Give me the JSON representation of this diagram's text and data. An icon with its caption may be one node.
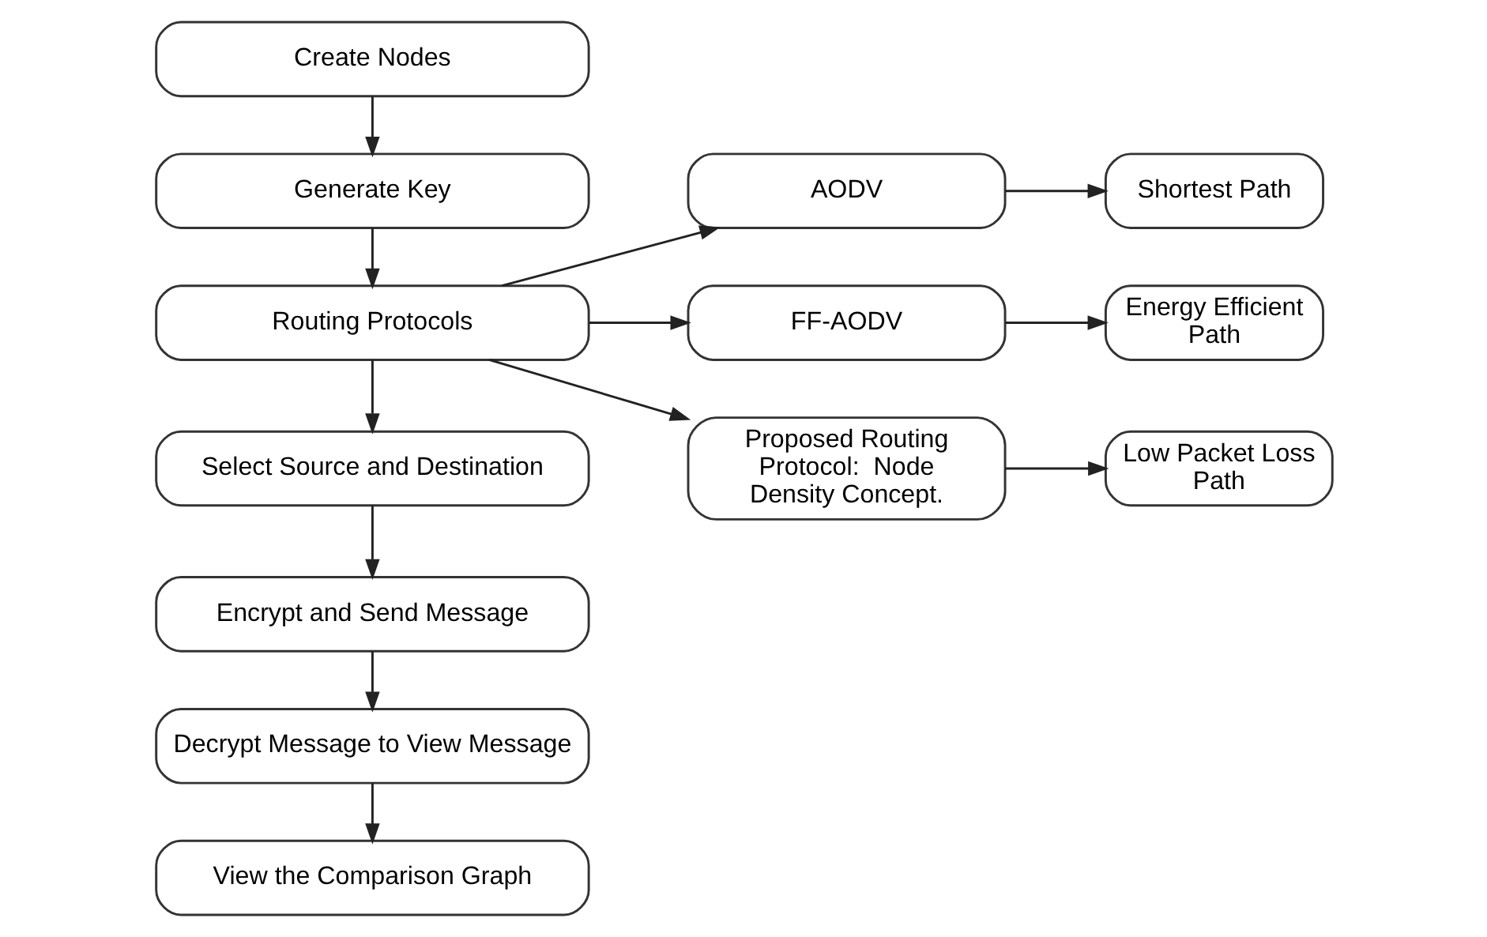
{
  "diagram": {
    "nodes": [
      {
        "text": [
          "Create Nodes"
        ]
      },
      {
        "text": [
          "Generate Key"
        ]
      },
      {
        "text": [
          "Routing Protocols"
        ]
      },
      {
        "text": [
          "Select Source and Destination"
        ]
      },
      {
        "text": [
          "Encrypt and Send Message"
        ]
      },
      {
        "text": [
          "Decrypt Message to View Message"
        ]
      },
      {
        "text": [
          "View the Comparison Graph"
        ]
      },
      {
        "text": [
          "AODV"
        ]
      },
      {
        "text": [
          "FF-AODV"
        ]
      },
      {
        "text": [
          "Proposed Routing Protocol:  Node Density Concept."
        ]
      },
      {
        "text": [
          "Shortest Path"
        ]
      },
      {
        "text": [
          "Energy Efficient Path"
        ]
      },
      {
        "text": [
          "Low Packet Loss Path"
        ]
      }
    ],
    "edges": [
      {
        "from": 0,
        "to": 1,
        "arrow": "to"
      },
      {
        "from": 1,
        "to": 2,
        "arrow": "to"
      },
      {
        "from": 2,
        "to": 3,
        "arrow": "to"
      },
      {
        "from": 3,
        "to": 4,
        "arrow": "to"
      },
      {
        "from": 4,
        "to": 5,
        "arrow": "to"
      },
      {
        "from": 5,
        "to": 6,
        "arrow": "to"
      },
      {
        "from": 2,
        "to": 7,
        "arrow": "to"
      },
      {
        "from": 2,
        "to": 8,
        "arrow": "to"
      },
      {
        "from": 2,
        "to": 9,
        "arrow": "to"
      },
      {
        "from": 7,
        "to": 10,
        "arrow": "to"
      },
      {
        "from": 8,
        "to": 11,
        "arrow": "to"
      },
      {
        "from": 9,
        "to": 12,
        "arrow": "to"
      }
    ]
  }
}
